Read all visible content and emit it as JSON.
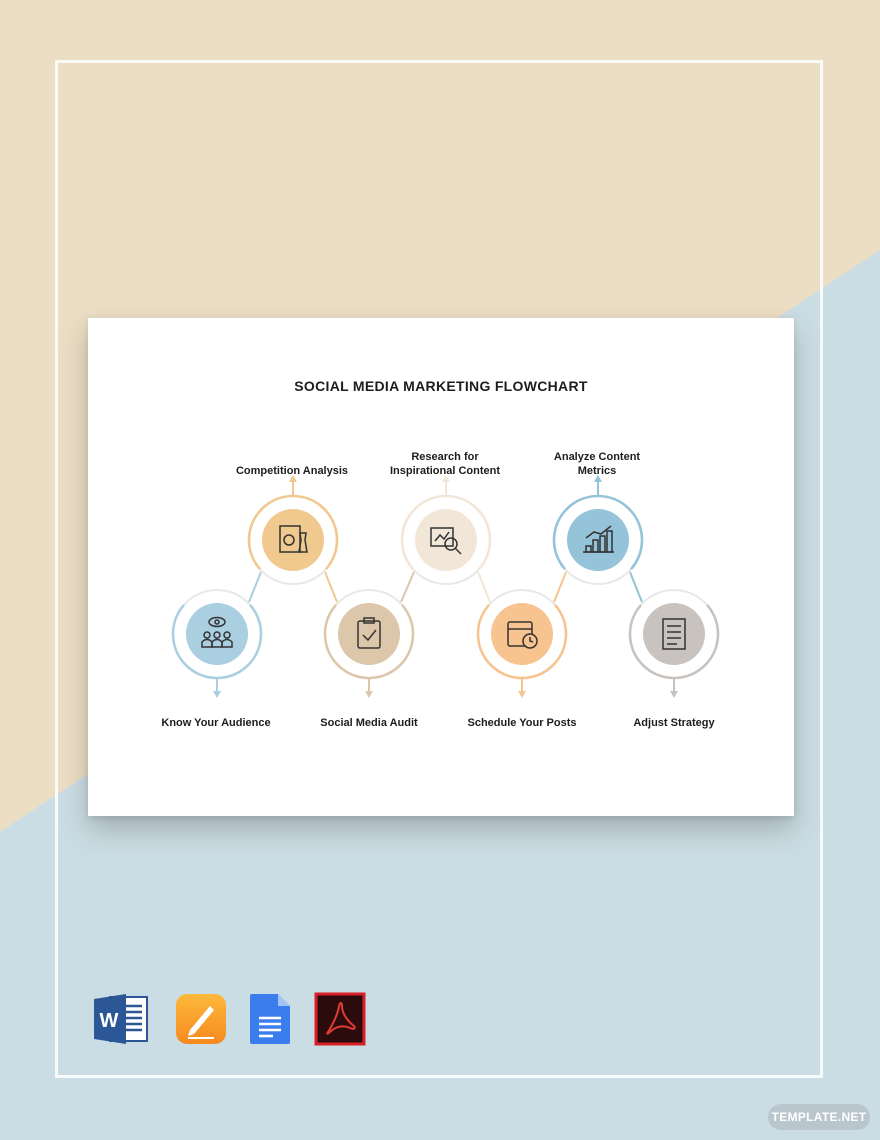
{
  "colors": {
    "bg_top": "#ecdec4",
    "bg_bottom": "#cbdde4",
    "audience": "#a9cfe0",
    "competition": "#f0c98e",
    "audit": "#ddc7ab",
    "research": "#f2e6d8",
    "schedule": "#f7c48f",
    "metrics": "#95c3d9",
    "adjust": "#c8c3be"
  },
  "sheet": {
    "title": "SOCIAL MEDIA MARKETING FLOWCHART"
  },
  "steps": [
    {
      "label": "Know Your Audience",
      "icon": "audience-eye-icon",
      "color_key": "audience"
    },
    {
      "label": "Competition Analysis",
      "icon": "chess-report-icon",
      "color_key": "competition"
    },
    {
      "label": "Social Media Audit",
      "icon": "clipboard-check-icon",
      "color_key": "audit"
    },
    {
      "label": "Research for\nInspirational Content",
      "icon": "magnifier-chart-icon",
      "color_key": "research"
    },
    {
      "label": "Schedule Your Posts",
      "icon": "calendar-clock-icon",
      "color_key": "schedule"
    },
    {
      "label": "Analyze Content\nMetrics",
      "icon": "bar-chart-icon",
      "color_key": "metrics"
    },
    {
      "label": "Adjust Strategy",
      "icon": "document-adjust-icon",
      "color_key": "adjust"
    }
  ],
  "formats": [
    {
      "name": "word-icon"
    },
    {
      "name": "pages-icon"
    },
    {
      "name": "google-docs-icon"
    },
    {
      "name": "adobe-pdf-icon"
    }
  ],
  "badge": {
    "text": "TEMPLATE.NET"
  }
}
